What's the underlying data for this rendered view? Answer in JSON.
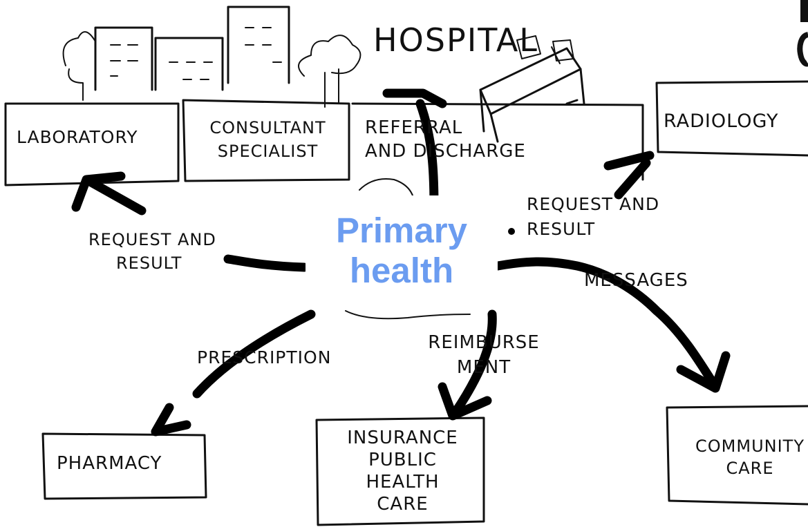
{
  "hospital_label": "HOSPITAL",
  "center": {
    "line1": "Primary",
    "line2": "health"
  },
  "nodes": {
    "laboratory": {
      "label": "LABORATORY"
    },
    "consultant": {
      "line1": "CONSULTANT",
      "line2": "SPECIALIST"
    },
    "radiology": {
      "label": "RADIOLOGY"
    },
    "pharmacy": {
      "label": "PHARMACY"
    },
    "insurance": {
      "line1": "INSURANCE",
      "line2": "PUBLIC",
      "line3": "HEALTH",
      "line4": "CARE"
    },
    "community": {
      "line1": "COMMUNITY",
      "line2": "CARE"
    }
  },
  "flows": {
    "referral": {
      "line1": "REFERRAL",
      "line2": "AND DISCHARGE"
    },
    "request_left": {
      "line1": "REQUEST AND",
      "line2": "RESULT"
    },
    "request_right": {
      "line1": "REQUEST AND",
      "line2": "RESULT"
    },
    "messages": {
      "label": "MESSAGES"
    },
    "prescription": {
      "label": "PRESCRIPTION"
    },
    "reimbursement": {
      "line1": "REIMBURSE",
      "line2": "MENT"
    }
  },
  "colors": {
    "center_text": "#6b9cf0",
    "ink": "#111111"
  }
}
